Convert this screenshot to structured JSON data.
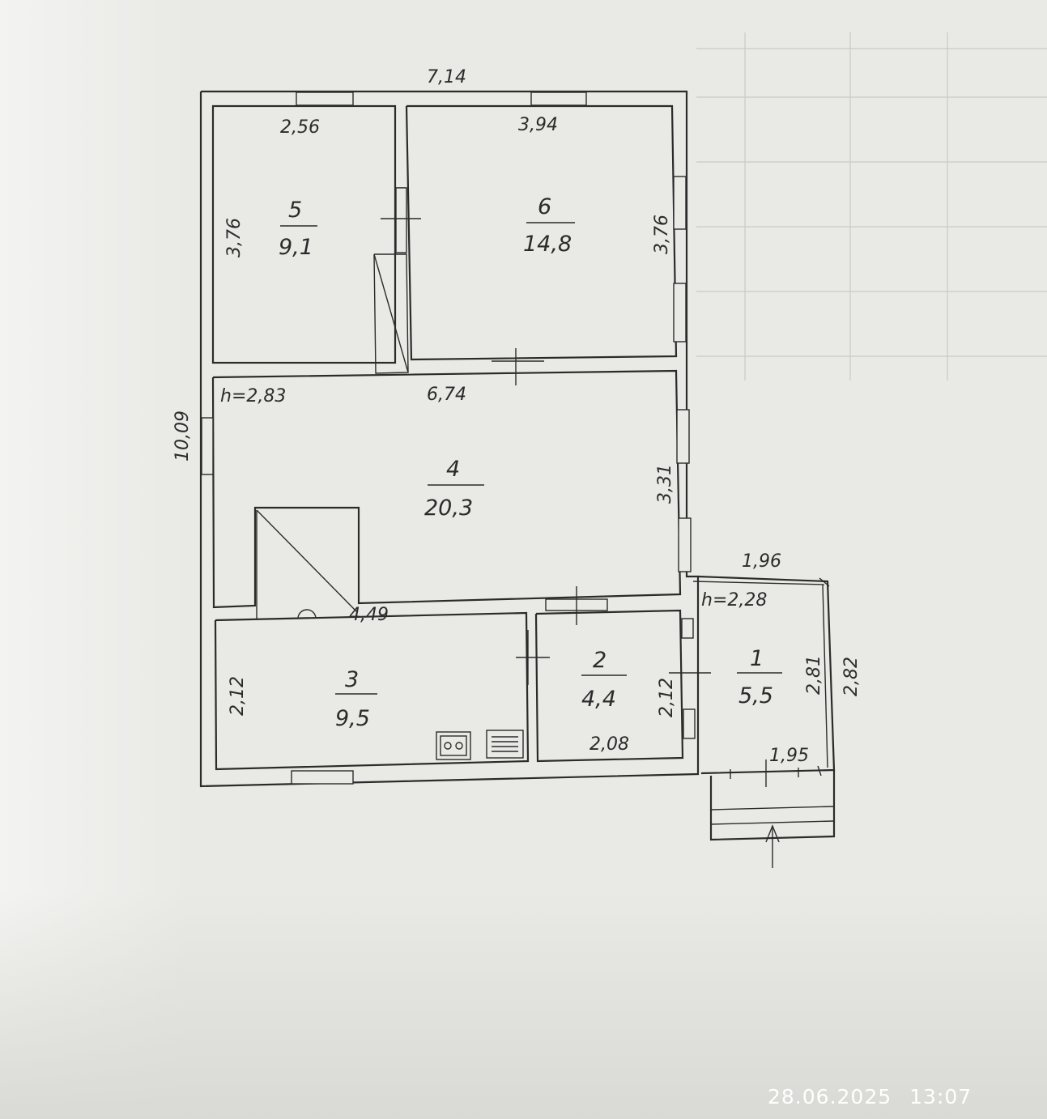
{
  "plan": {
    "outer_width": "7,14",
    "outer_height": "10,09",
    "ceiling_main": "h=2,83",
    "ceiling_porch": "h=2,28",
    "rooms": [
      {
        "number": "1",
        "area": "5,5",
        "width": "1,96",
        "height": "2,81",
        "width_bottom": "1,95",
        "height_outer": "2,82"
      },
      {
        "number": "2",
        "area": "4,4",
        "width": "2,08",
        "height": "2,12"
      },
      {
        "number": "3",
        "area": "9,5",
        "width": "4,49",
        "height": "2,12"
      },
      {
        "number": "4",
        "area": "20,3",
        "width": "6,74",
        "height": "3,31"
      },
      {
        "number": "5",
        "area": "9,1",
        "width": "2,56",
        "height": "3,76"
      },
      {
        "number": "6",
        "area": "14,8",
        "width": "3,94",
        "height": "3,76"
      }
    ],
    "stove_icon": "stove-icon",
    "sink_icon": "sink-icon",
    "entrance_icon": "entrance-arrow-icon"
  },
  "timestamp": {
    "date": "28.06.2025",
    "time": "13:07"
  }
}
